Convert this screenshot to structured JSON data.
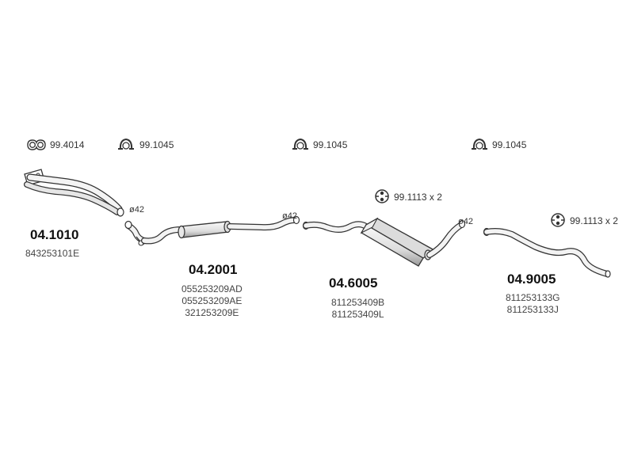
{
  "hardware": {
    "gasket": {
      "code": "99.4014",
      "icon": "gasket-icon"
    },
    "clamp_1": {
      "code": "99.1045",
      "icon": "clamp-icon"
    },
    "clamp_2": {
      "code": "99.1045",
      "icon": "clamp-icon"
    },
    "clamp_3": {
      "code": "99.1045",
      "icon": "clamp-icon"
    },
    "hanger_1": {
      "code": "99.1113 x 2",
      "icon": "rubber-hanger-icon"
    },
    "hanger_2": {
      "code": "99.1113 x 2",
      "icon": "rubber-hanger-icon"
    }
  },
  "diameters": {
    "d1": "ø42",
    "d2": "ø42",
    "d3": "ø42"
  },
  "parts": [
    {
      "number": "04.1010",
      "oem_numbers": [
        "843253101E"
      ]
    },
    {
      "number": "04.2001",
      "oem_numbers": [
        "055253209AD",
        "055253209AE",
        "321253209E"
      ]
    },
    {
      "number": "04.6005",
      "oem_numbers": [
        "811253409B",
        "811253409L"
      ]
    },
    {
      "number": "04.9005",
      "oem_numbers": [
        "811253133G",
        "811253133J"
      ]
    }
  ],
  "colors": {
    "line": "#333333",
    "fill": "#f2f2f2",
    "shade": "#d0d0d0"
  }
}
